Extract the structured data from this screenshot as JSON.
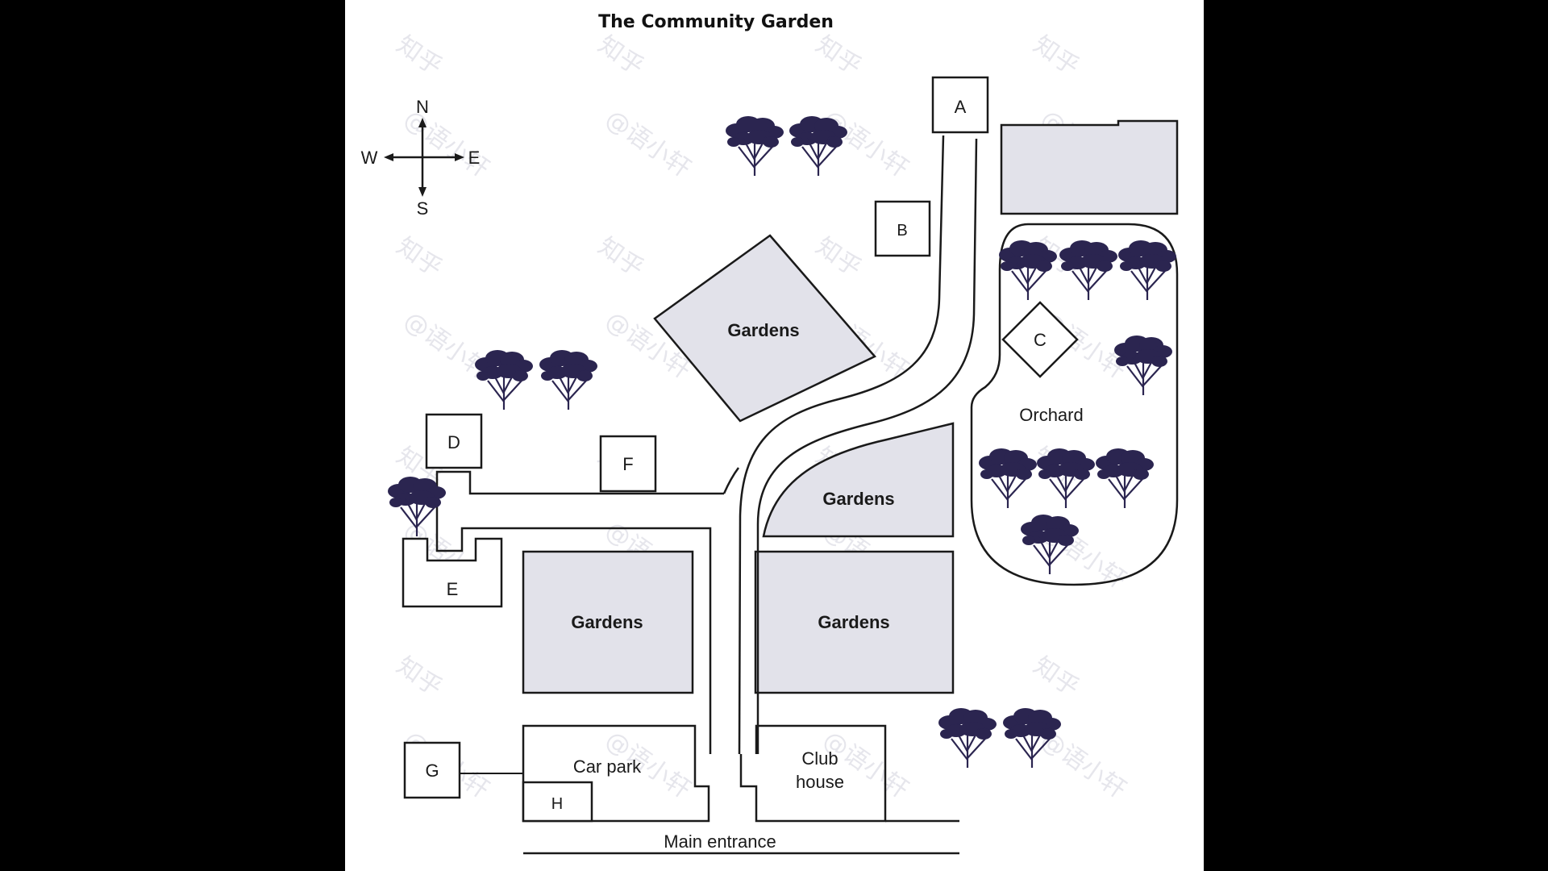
{
  "map": {
    "title": "The Community Garden",
    "compass": {
      "north": "N",
      "south": "S",
      "east": "E",
      "west": "W"
    },
    "areas": {
      "gardens": "Gardens",
      "orchard": "Orchard",
      "car_park": "Car park",
      "club_house_line1": "Club",
      "club_house_line2": "house",
      "main_entrance": "Main entrance"
    },
    "labels": {
      "A": "A",
      "B": "B",
      "C": "C",
      "D": "D",
      "E": "E",
      "F": "F",
      "G": "G",
      "H": "H"
    },
    "watermark": {
      "line1": "知乎",
      "line2": "@语小轩"
    },
    "colors": {
      "frame": "#000000",
      "paper": "#ffffff",
      "garden_fill": "#e2e2ea",
      "tree_fill": "#2b2550",
      "ink": "#1a1a1a"
    }
  }
}
